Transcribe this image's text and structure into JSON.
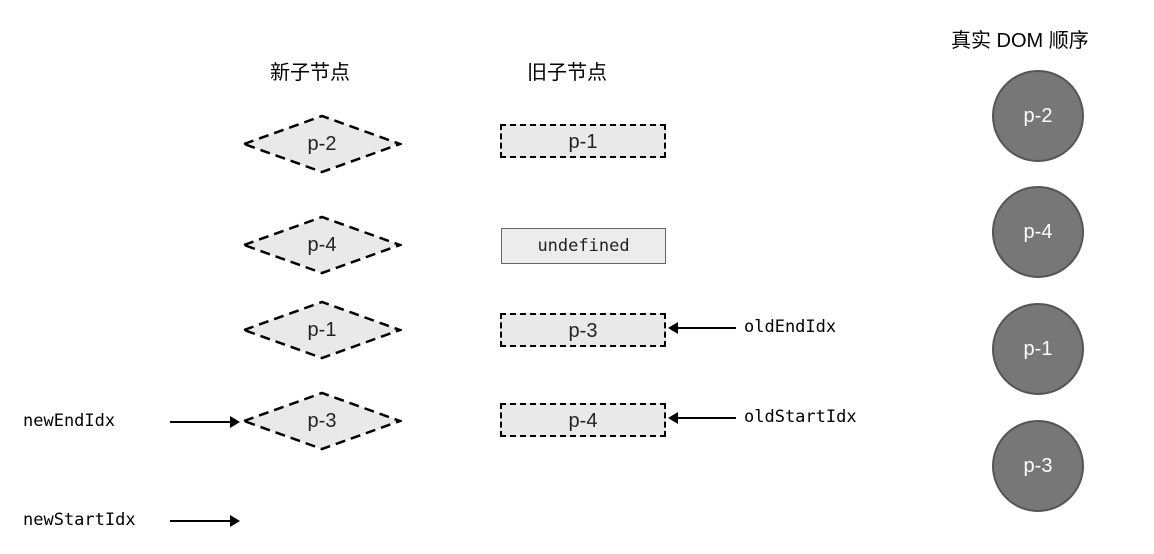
{
  "headers": {
    "new_children": "新子节点",
    "old_children": "旧子节点",
    "real_dom_order": "真实 DOM 顺序"
  },
  "new_children": [
    "p-2",
    "p-4",
    "p-1",
    "p-3"
  ],
  "old_children": [
    {
      "label": "p-1",
      "state": "dashed"
    },
    {
      "label": "undefined",
      "state": "solid"
    },
    {
      "label": "p-3",
      "state": "dashed"
    },
    {
      "label": "p-4",
      "state": "dashed"
    }
  ],
  "pointers": {
    "old_end": "oldEndIdx",
    "old_start": "oldStartIdx",
    "new_end": "newEndIdx",
    "new_start": "newStartIdx"
  },
  "real_dom": [
    "p-2",
    "p-4",
    "p-1",
    "p-3"
  ]
}
